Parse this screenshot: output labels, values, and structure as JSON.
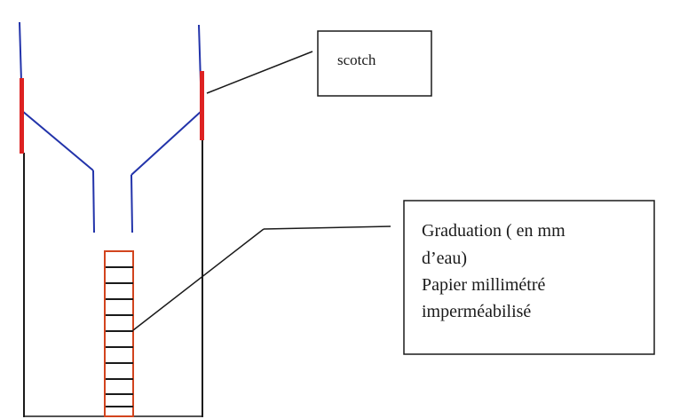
{
  "labels": {
    "scotch": "scotch",
    "graduation_line1": "Graduation ( en mm",
    "graduation_line2": "d’eau)",
    "graduation_line3": "Papier millimétré",
    "graduation_line4": "imperméabilisé"
  },
  "colors": {
    "container_wall": "#1a1a1a",
    "funnel": "#2233aa",
    "tape": "#dd2222",
    "graduation_frame": "#d2441e",
    "graduation_ticks": "#1a1a1a",
    "callout": "#1a1a1a"
  }
}
